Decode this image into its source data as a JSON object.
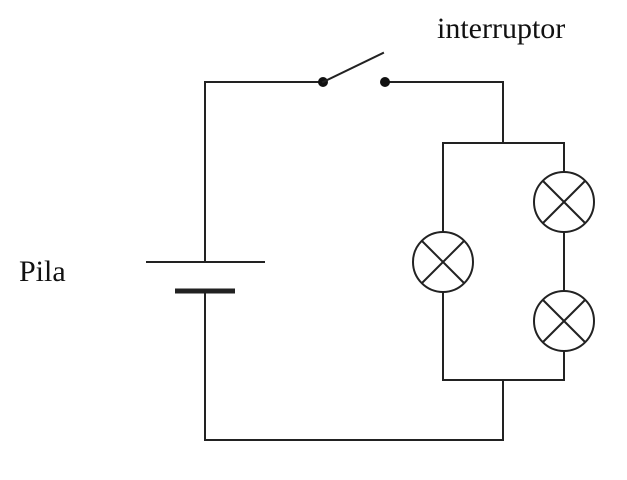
{
  "labels": {
    "switch": "interruptor",
    "battery": "Pila"
  },
  "colors": {
    "line": "#222222",
    "background": "#ffffff"
  },
  "components": {
    "battery": "battery-symbol",
    "switch": "open-switch",
    "bulbs": [
      "lamp-left",
      "lamp-top-right",
      "lamp-bottom-right"
    ]
  }
}
